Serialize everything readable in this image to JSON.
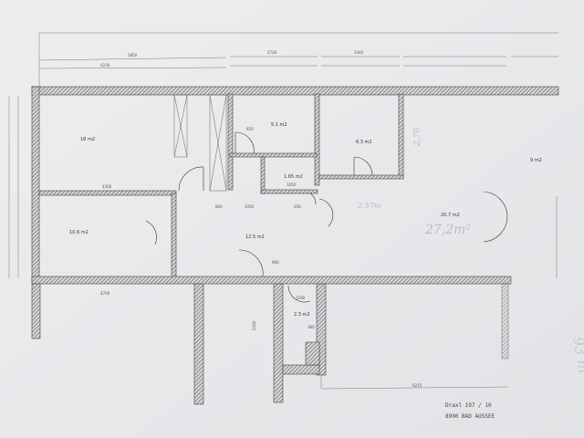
{
  "rooms": {
    "r1": "18 m2",
    "r2": "10.6 m2",
    "r3": "5.1 m2",
    "r4": "1.65 m2",
    "r5": "12.5 m2",
    "r6": "6.3 m2",
    "r7": "20.7 m2",
    "r8": "9 m2",
    "r9": "2.3 m2"
  },
  "dimensions": {
    "top_overall": "5850",
    "top_mid": "2720",
    "top_right": "2440",
    "left_a": "4230",
    "hall_a": "800",
    "hall_b": "1050",
    "hall_c": "650",
    "bath_w": "1050",
    "room1_w": "4300",
    "room2_w": "4700",
    "bottom_right": "6215",
    "small_a": "1180",
    "small_b": "380",
    "small_c": "2430",
    "door_a": "650",
    "door_b": "900"
  },
  "handwritten": {
    "area_living": "27,2m²",
    "length_note": "2,57m",
    "height_note": "2,70",
    "total_area": "93 m²"
  },
  "footer": {
    "line1": "Draxl 197 / 10",
    "line2": "8990 BAD AUSSEE"
  }
}
